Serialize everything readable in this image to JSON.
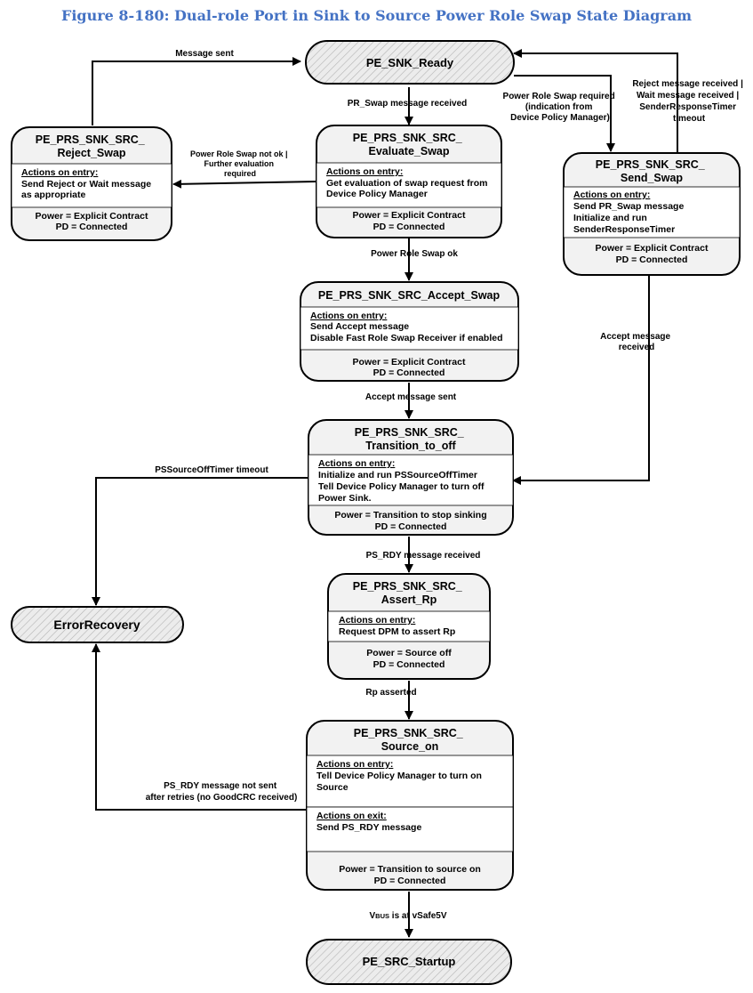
{
  "figure_title": "Figure 8-180: Dual-role Port in Sink to Source Power Role Swap State Diagram",
  "states": {
    "snk_ready": {
      "title": "PE_SNK_Ready"
    },
    "reject_swap": {
      "title": [
        "PE_PRS_SNK_SRC_",
        "Reject_Swap"
      ],
      "actions_heading": "Actions on entry:",
      "actions": [
        "Send Reject or Wait message",
        "as appropriate"
      ],
      "footer": [
        "Power = Explicit Contract",
        "PD = Connected"
      ]
    },
    "evaluate_swap": {
      "title": [
        "PE_PRS_SNK_SRC_",
        "Evaluate_Swap"
      ],
      "actions_heading": "Actions on entry:",
      "actions": [
        "Get evaluation of swap request from",
        "Device Policy Manager"
      ],
      "footer": [
        "Power = Explicit Contract",
        "PD = Connected"
      ]
    },
    "send_swap": {
      "title": [
        "PE_PRS_SNK_SRC_",
        "Send_Swap"
      ],
      "actions_heading": "Actions on entry:",
      "actions": [
        "Send PR_Swap message",
        "Initialize and run",
        "SenderResponseTimer"
      ],
      "footer": [
        "Power = Explicit Contract",
        "PD = Connected"
      ]
    },
    "accept_swap": {
      "title": [
        "PE_PRS_SNK_SRC_Accept_Swap"
      ],
      "actions_heading": "Actions on entry:",
      "actions": [
        "Send Accept message",
        "Disable Fast Role Swap Receiver if enabled"
      ],
      "footer": [
        "Power = Explicit Contract",
        "PD = Connected"
      ]
    },
    "transition_to_off": {
      "title": [
        "PE_PRS_SNK_SRC_",
        "Transition_to_off"
      ],
      "actions_heading": "Actions on entry:",
      "actions": [
        "Initialize and run PSSourceOffTimer",
        "Tell Device Policy Manager to turn off",
        "Power Sink."
      ],
      "footer": [
        "Power = Transition to stop sinking",
        "PD = Connected"
      ]
    },
    "error_recovery": {
      "title": "ErrorRecovery"
    },
    "assert_rp": {
      "title": [
        "PE_PRS_SNK_SRC_",
        "Assert_Rp"
      ],
      "actions_heading": "Actions on entry:",
      "actions": [
        "Request DPM to assert Rp"
      ],
      "footer": [
        "Power = Source off",
        "PD = Connected"
      ]
    },
    "source_on": {
      "title": [
        "PE_PRS_SNK_SRC_",
        "Source_on"
      ],
      "actions_heading": "Actions on entry:",
      "actions": [
        "Tell Device Policy Manager to turn on",
        "Source"
      ],
      "exit_heading": "Actions on exit:",
      "exit_actions": [
        "Send PS_RDY message"
      ],
      "footer": [
        "Power = Transition to source on",
        "PD = Connected"
      ]
    },
    "src_startup": {
      "title": "PE_SRC_Startup"
    }
  },
  "transitions": {
    "message_sent": [
      "Message sent"
    ],
    "pr_swap_received": [
      "PR_Swap message received"
    ],
    "pr_swap_required": [
      "Power Role Swap required",
      "(indication from",
      "Device Policy Manager)"
    ],
    "reject_wait_received": [
      "Reject message received |",
      "Wait message received |",
      "SenderResponseTimer",
      "timeout"
    ],
    "not_ok": [
      "Power Role Swap not ok |",
      "Further evaluation",
      "required"
    ],
    "swap_ok": [
      "Power Role Swap ok"
    ],
    "accept_received": [
      "Accept message",
      "received"
    ],
    "accept_sent": [
      "Accept message sent"
    ],
    "pssourceoff_timeout": [
      "PSSourceOffTimer timeout"
    ],
    "ps_rdy_received": [
      "PS_RDY message received"
    ],
    "rp_asserted": [
      "Rp asserted"
    ],
    "ps_rdy_not_sent": [
      "PS_RDY message not sent",
      "after retries (no GoodCRC received)"
    ],
    "vbus_vsafe5v": {
      "vbus_cap": "V",
      "vbus_small": "BUS",
      "rest": " is at vSafe5V"
    }
  }
}
